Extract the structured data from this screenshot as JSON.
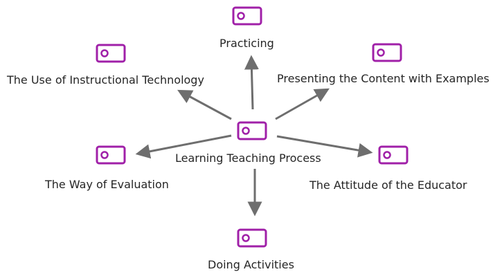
{
  "diagram": {
    "center": {
      "label": "Learning Teaching Process"
    },
    "nodes": [
      {
        "id": "practicing",
        "label": "Practicing"
      },
      {
        "id": "instructional-technology",
        "label": "The Use of Instructional Technology"
      },
      {
        "id": "presenting-content",
        "label": "Presenting the Content with Examples"
      },
      {
        "id": "way-of-evaluation",
        "label": "The Way of Evaluation"
      },
      {
        "id": "attitude-of-educator",
        "label": "The Attitude of the Educator"
      },
      {
        "id": "doing-activities",
        "label": "Doing Activities"
      }
    ],
    "icon": "tag-icon",
    "colors": {
      "icon": "#a020a8",
      "arrow": "#6e6e6e",
      "text": "#262626"
    }
  }
}
